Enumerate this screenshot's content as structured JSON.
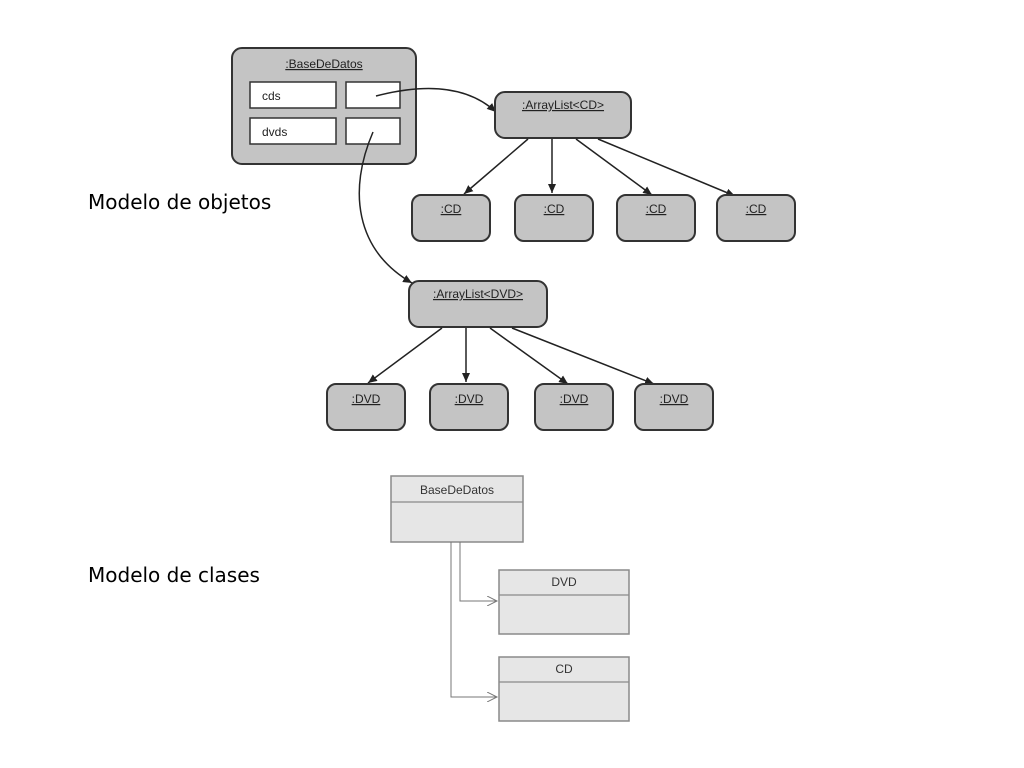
{
  "labels": {
    "object_model": "Modelo de objetos",
    "class_model": "Modelo de clases"
  },
  "object_model": {
    "database": {
      "title": ":BaseDeDatos",
      "fields": [
        "cds",
        "dvds"
      ]
    },
    "cd_list": {
      "title": ":ArrayList<CD>",
      "items": [
        ":CD",
        ":CD",
        ":CD",
        ":CD"
      ]
    },
    "dvd_list": {
      "title": ":ArrayList<DVD>",
      "items": [
        ":DVD",
        ":DVD",
        ":DVD",
        ":DVD"
      ]
    }
  },
  "class_model": {
    "classes": [
      "BaseDeDatos",
      "DVD",
      "CD"
    ]
  },
  "colors": {
    "object_fill": "#c4c4c4",
    "object_stroke": "#333333",
    "field_fill": "#ffffff",
    "class_fill": "#e6e6e6",
    "class_stroke": "#8a8a8a",
    "class_header": "#d8d8d8"
  }
}
